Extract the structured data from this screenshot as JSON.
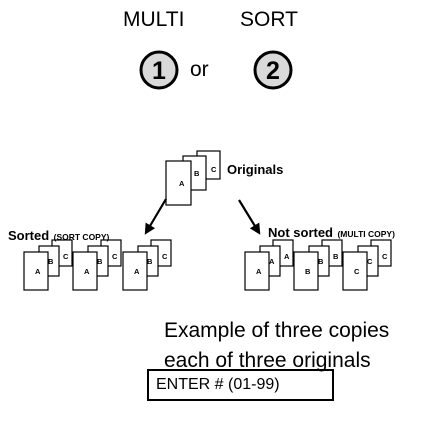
{
  "keys": [
    {
      "label": "MULTI",
      "number": "1"
    },
    {
      "label": "SORT",
      "number": "2"
    }
  ],
  "or_text": "or",
  "originals_label": "Originals",
  "sorted": {
    "main": "Sorted",
    "sub": "(SORT COPY)"
  },
  "not_sorted": {
    "main": "Not sorted",
    "sub": "(MULTI COPY)"
  },
  "sheet_letters": [
    "A",
    "B",
    "C"
  ],
  "caption": {
    "line1": "Example of three copies",
    "line2": "each of three originals"
  },
  "display": {
    "text": "ENTER # (01-99)"
  },
  "colors": {
    "ink": "#000000",
    "key_fill": "#d9d9d9",
    "paper": "#ffffff"
  }
}
